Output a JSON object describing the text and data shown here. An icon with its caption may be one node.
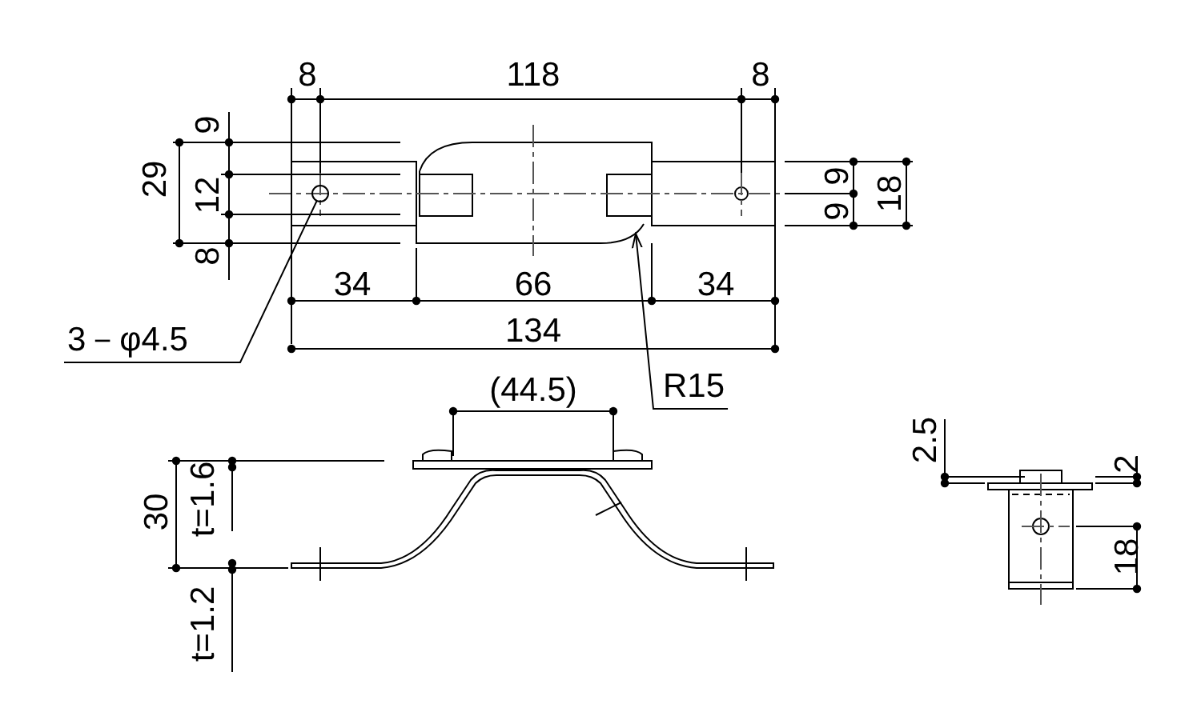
{
  "diagram": {
    "nodes": [
      {
        "text": [
          "3－φ4.5"
        ]
      },
      {
        "text": [
          "R15"
        ]
      },
      {
        "text": [],
        "shape": "circle"
      },
      {
        "text": [],
        "shape": "arc"
      }
    ],
    "edges": [
      {
        "from": 0,
        "to": 2,
        "arrow": "none"
      },
      {
        "from": 1,
        "to": 3,
        "arrow": "to"
      }
    ],
    "labels": [
      "8",
      "118",
      "8",
      "9",
      "29",
      "12",
      "8",
      "9",
      "9",
      "18",
      "34",
      "66",
      "34",
      "134",
      "(44.5)",
      "30",
      "t=1.6",
      "t=1.2",
      "2.5",
      "2",
      "18"
    ]
  }
}
